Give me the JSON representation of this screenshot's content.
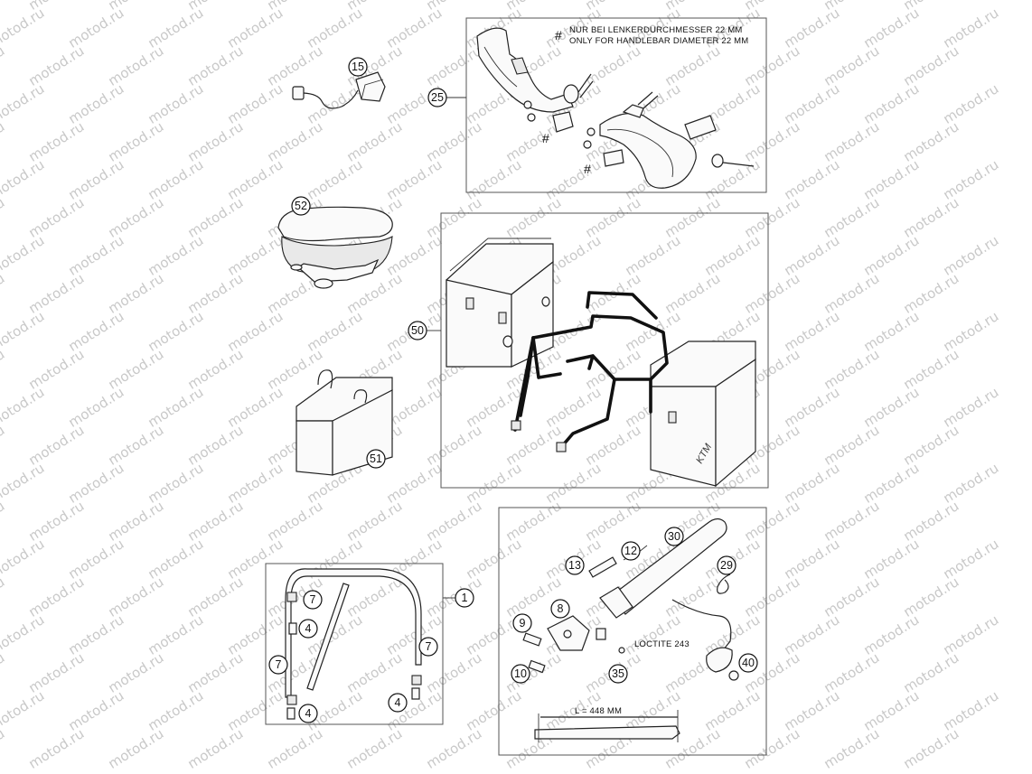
{
  "watermark": "motod.ru",
  "notes": {
    "german": "NUR BEI LENKERDURCHMESSER 22 MM",
    "english": "ONLY FOR HANDLEBAR DIAMETER 22 MM",
    "marker": "#",
    "loctite": "LOCTITE 243",
    "length": "L = 448 MM"
  },
  "callouts": {
    "c15": "15",
    "c25": "25",
    "c52": "52",
    "c50": "50",
    "c51": "51",
    "c1": "1",
    "c7a": "7",
    "c4a": "4",
    "c7b": "7",
    "c7c": "7",
    "c4b": "4",
    "c4c": "4",
    "c30": "30",
    "c12": "12",
    "c13": "13",
    "c29": "29",
    "c8": "8",
    "c9": "9",
    "c10": "10",
    "c35": "35",
    "c40": "40"
  }
}
